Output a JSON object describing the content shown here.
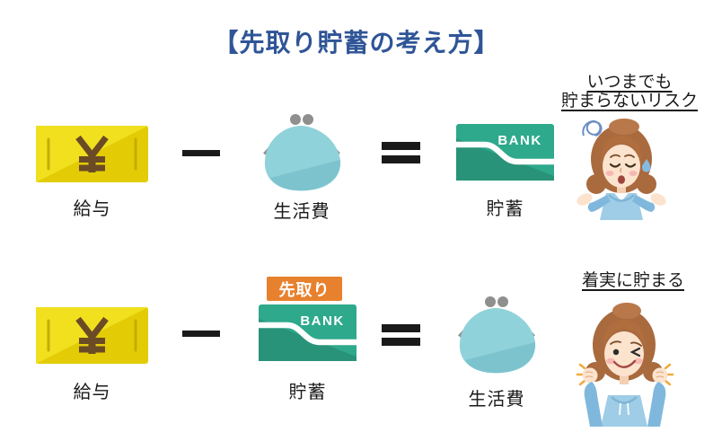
{
  "title": "【先取り貯蓄の考え方】",
  "colors": {
    "title_blue": "#2F5597",
    "ink_black": "#1A1A1A",
    "bill_yellow": "#E3CC05",
    "bill_yellow_light": "#F0E01E",
    "yen_brown": "#6B4A26",
    "purse_teal": "#8FD2DA",
    "purse_frame_gray": "#8F8F8F",
    "bank_green": "#2EA98C",
    "tag_orange": "#E8812E",
    "hoodie_blue": "#9FCCE6",
    "hair_brown": "#A96A3E"
  },
  "row1": {
    "salary_label": "給与",
    "minus": "−",
    "living_label": "生活費",
    "equals": "=",
    "bank_card_text": "BANK",
    "savings_label": "貯蓄",
    "yen_symbol": "¥",
    "annotation_line1": "いつまでも",
    "annotation_line2": "貯まらないリスク"
  },
  "row2": {
    "salary_label": "給与",
    "minus": "−",
    "tag": "先取り",
    "bank_card_text": "BANK",
    "savings_label": "貯蓄",
    "equals": "=",
    "living_label": "生活費",
    "yen_symbol": "¥",
    "annotation_line1": "着実に貯まる"
  }
}
